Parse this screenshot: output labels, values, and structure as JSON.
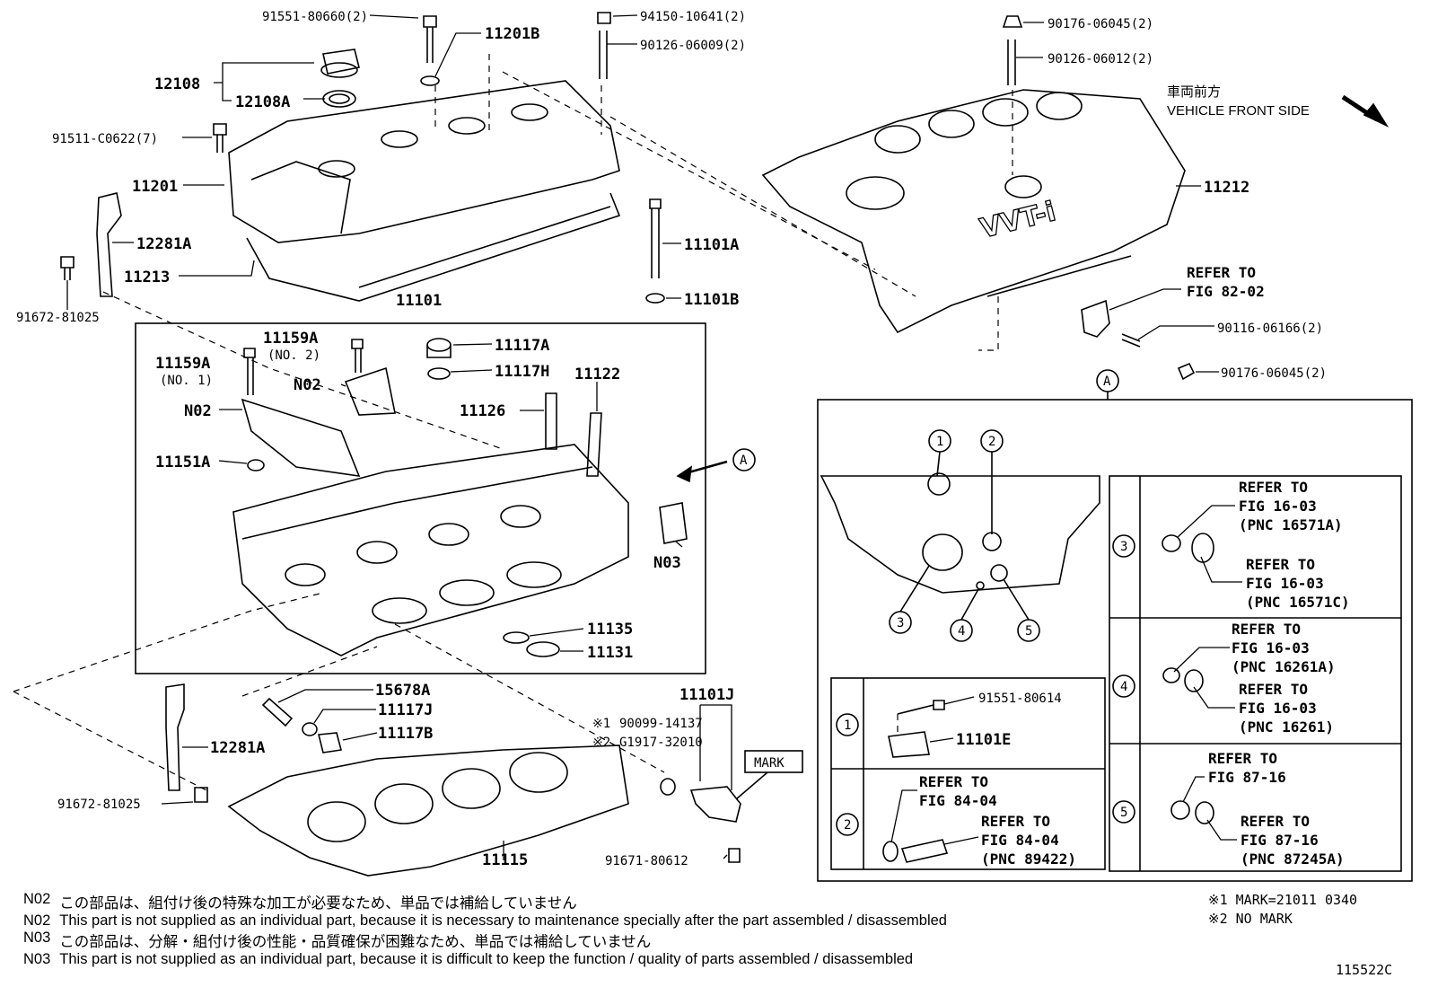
{
  "parts": {
    "p91551_80660": "91551-80660(2)",
    "p11201B": "11201B",
    "p94150": "94150-10641(2)",
    "p90126_06009": "90126-06009(2)",
    "p90176_06045_top": "90176-06045(2)",
    "p90126_06012": "90126-06012(2)",
    "p12108": "12108",
    "p12108A": "12108A",
    "p91511": "91511-C0622(7)",
    "p11201": "11201",
    "p12281A_top": "12281A",
    "p11213": "11213",
    "p91672_top": "91672-81025",
    "p11101": "11101",
    "p11101A": "11101A",
    "p11101B": "11101B",
    "p11212": "11212",
    "p11159A_no1": "11159A",
    "no1": "(NO. 1)",
    "p11159A_no2": "11159A",
    "no2": "(NO. 2)",
    "p11117A": "11117A",
    "p11117H": "11117H",
    "p11122": "11122",
    "p11126": "11126",
    "pN02_a": "N02",
    "pN02_b": "N02",
    "p11151A": "11151A",
    "pN03": "N03",
    "p11135": "11135",
    "p11131": "11131",
    "p15678A": "15678A",
    "p11117J": "11117J",
    "p11117B": "11117B",
    "p12281A_bot": "12281A",
    "p91672_bot": "91672-81025",
    "p11115": "11115",
    "p11101J": "11101J",
    "p90099": "90099-14137",
    "pG1917": "G1917-32010",
    "mark1": "※1",
    "mark2": "※2",
    "mark_label": "MARK",
    "p91671": "91671-80612",
    "p90116": "90116-06166(2)",
    "p90176_06045_right": "90176-06045(2)",
    "refer_82_a": "REFER TO",
    "refer_82_b": "FIG 82-02",
    "callout_A": "A",
    "vvti": "VVT-i"
  },
  "vehicle_front": {
    "jp": "車両前方",
    "en": "VEHICLE FRONT SIDE"
  },
  "detail_A": {
    "label": "A",
    "circles": [
      "1",
      "2",
      "3",
      "4",
      "5"
    ],
    "box1_parts": [
      "91551-80614",
      "11101E"
    ],
    "box2_refs": [
      "REFER TO",
      "FIG 84-04",
      "REFER TO",
      "FIG 84-04",
      "(PNC 89422)"
    ],
    "box3_refs": [
      "REFER TO",
      "FIG 16-03",
      "(PNC 16571A)",
      "REFER TO",
      "FIG 16-03",
      "(PNC 16571C)"
    ],
    "box4_refs": [
      "REFER TO",
      "FIG 16-03",
      "(PNC 16261A)",
      "REFER TO",
      "FIG 16-03",
      "(PNC 16261)"
    ],
    "box5_refs": [
      "REFER TO",
      "FIG 87-16",
      "REFER TO",
      "FIG 87-16",
      "(PNC 87245A)"
    ]
  },
  "notes": [
    {
      "code": "N02",
      "text": "この部品は、組付け後の特殊な加工が必要なため、単品では補給していません"
    },
    {
      "code": "N02",
      "text": "This part is not supplied as an individual part, because it is necessary to maintenance specially after the part assembled / disassembled"
    },
    {
      "code": "N03",
      "text": "この部品は、分解・組付け後の性能・品質確保が困難なため、単品では補給していません"
    },
    {
      "code": "N03",
      "text": "This part is not supplied as an individual part, because it is difficult to keep the function / quality of parts  assembled / disassembled"
    }
  ],
  "mark_notes": [
    "※1  MARK=21011 0340",
    "※2  NO MARK"
  ],
  "figure_code": "115522C"
}
